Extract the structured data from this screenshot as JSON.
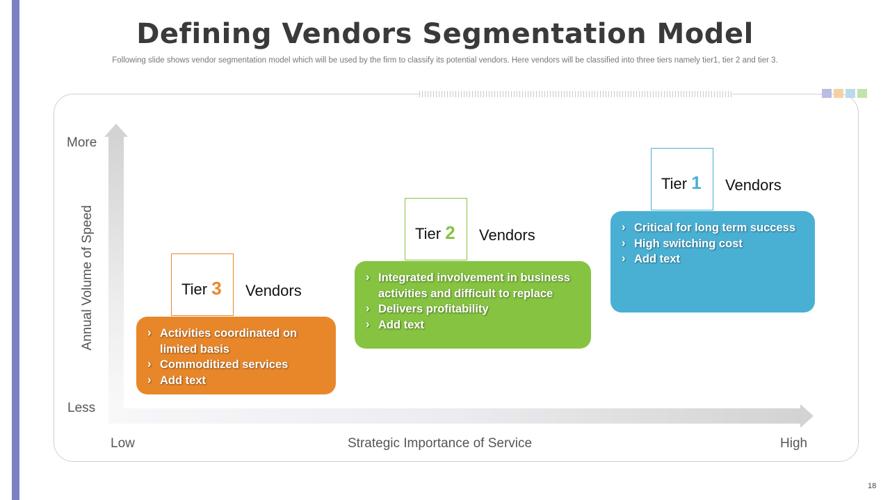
{
  "slide": {
    "title": "Defining Vendors Segmentation Model",
    "subtitle": "Following slide shows vendor  segmentation model which will be used by the firm to classify its potential vendors.  Here vendors  will be classified into three tiers namely tier1, tier 2 and tier 3.",
    "page_number": "18",
    "colors": {
      "accent_bar": "#7b7fc4",
      "tier3": "#e8872a",
      "tier2": "#85c341",
      "tier1": "#49b0d4"
    },
    "swatch_colors": [
      "#b9bde3",
      "#f7cfa6",
      "#b8dbea",
      "#c3e3ab"
    ]
  },
  "axes": {
    "y_label": "Annual Volume  of Speed",
    "y_top": "More",
    "y_bottom": "Less",
    "x_label": "Strategic Importance  of Service",
    "x_left": "Low",
    "x_right": "High"
  },
  "tiers": [
    {
      "tier_word": "Tier",
      "number": "3",
      "vendors": "Vendors",
      "color": "#e8872a",
      "bullets": [
        "Activities coordinated on limited basis",
        "Commoditized services",
        "Add text"
      ]
    },
    {
      "tier_word": "Tier",
      "number": "2",
      "vendors": "Vendors",
      "color": "#85c341",
      "bullets": [
        "Integrated involvement in business activities and difficult to replace",
        "Delivers profitability",
        "Add text"
      ]
    },
    {
      "tier_word": "Tier",
      "number": "1",
      "vendors": "Vendors",
      "color": "#49b0d4",
      "bullets": [
        "Critical for long term success",
        "High switching cost",
        "Add text"
      ]
    }
  ]
}
